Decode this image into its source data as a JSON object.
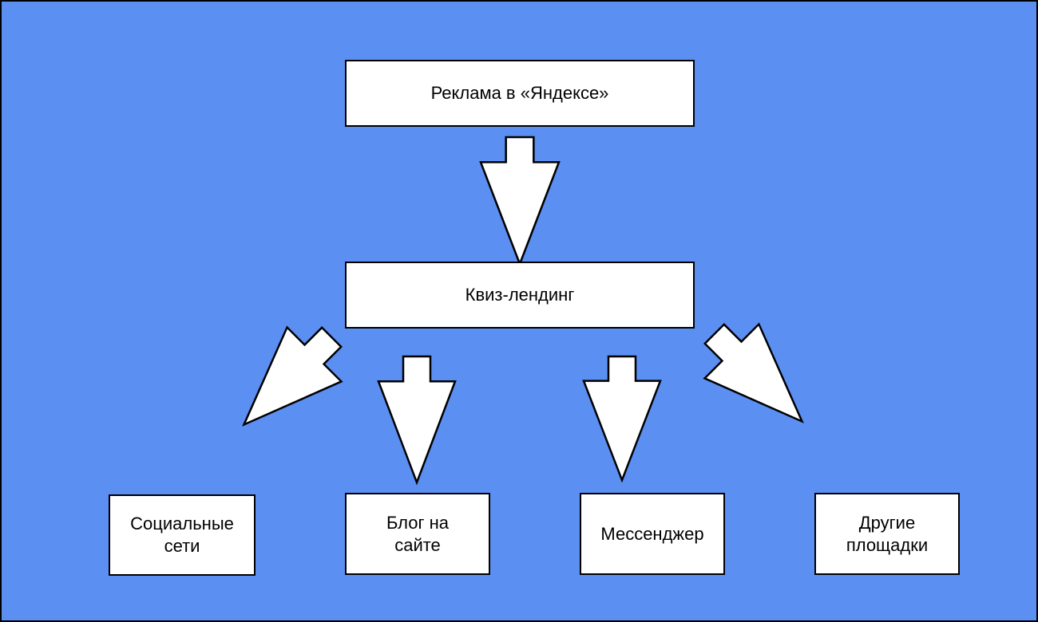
{
  "diagram": {
    "title": "Quiz-landing traffic flow diagram",
    "colors": {
      "background": "#5b8ff2",
      "node_fill": "#ffffff",
      "node_border": "#000000",
      "arrow_fill": "#ffffff",
      "arrow_outline": "#000000"
    },
    "nodes": {
      "top": {
        "label": "Реклама в «Яндексе»"
      },
      "middle": {
        "label": "Квиз-лендинг"
      },
      "bottom": [
        {
          "label": "Социальные\nсети"
        },
        {
          "label": "Блог на\nсайте"
        },
        {
          "label": "Мессенджер"
        },
        {
          "label": "Другие\nплощадки"
        }
      ]
    },
    "edges": [
      {
        "from": "Реклама в «Яндексе»",
        "to": "Квиз-лендинг",
        "direction": "down"
      },
      {
        "from": "Квиз-лендинг",
        "to": "Социальные сети",
        "direction": "down-left"
      },
      {
        "from": "Квиз-лендинг",
        "to": "Блог на сайте",
        "direction": "down"
      },
      {
        "from": "Квиз-лендинг",
        "to": "Мессенджер",
        "direction": "down"
      },
      {
        "from": "Квиз-лендинг",
        "to": "Другие площадки",
        "direction": "down-right"
      }
    ]
  }
}
